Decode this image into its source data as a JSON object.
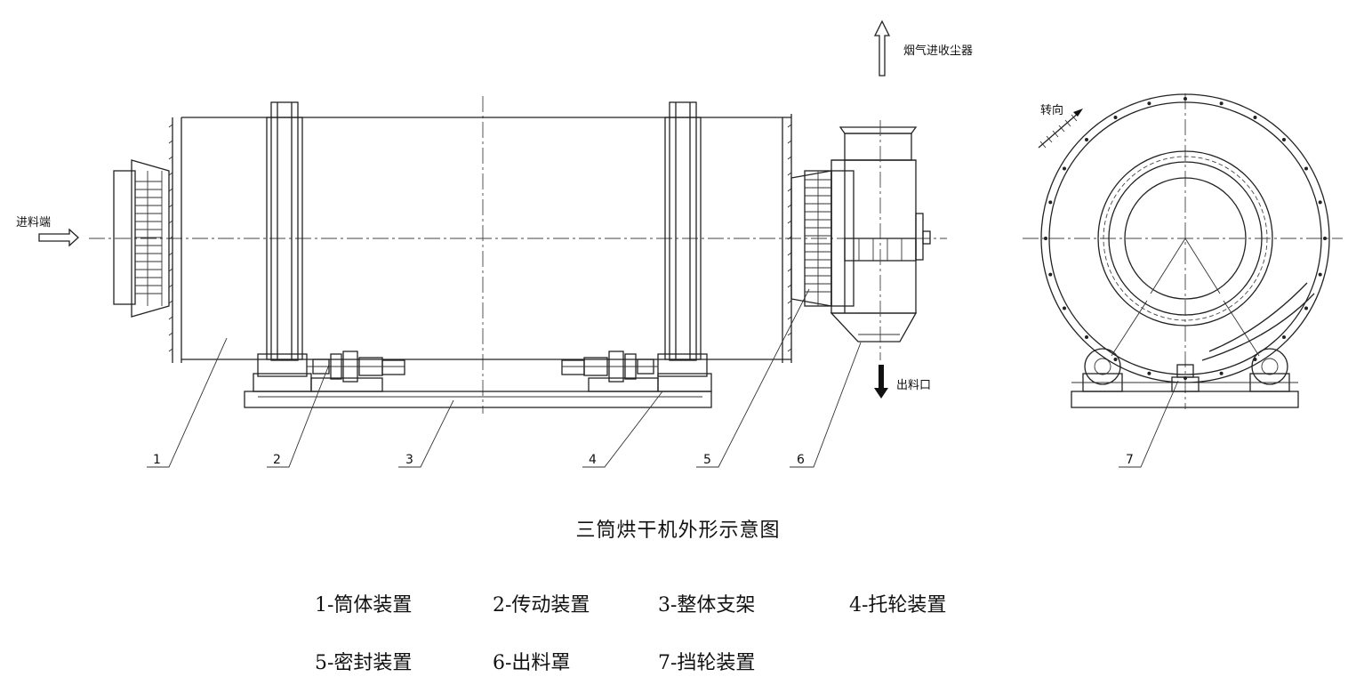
{
  "annotations": {
    "feed_end": "进料端",
    "flue_gas": "烟气进收尘器",
    "discharge_port": "出料口",
    "rotation": "转向"
  },
  "part_numbers": [
    "1",
    "2",
    "3",
    "4",
    "5",
    "6",
    "7"
  ],
  "caption": "三筒烘干机外形示意图",
  "legend": [
    "1-筒体装置",
    "2-传动装置",
    "3-整体支架",
    "4-托轮装置",
    "5-密封装置",
    "6-出料罩",
    "7-挡轮装置"
  ]
}
